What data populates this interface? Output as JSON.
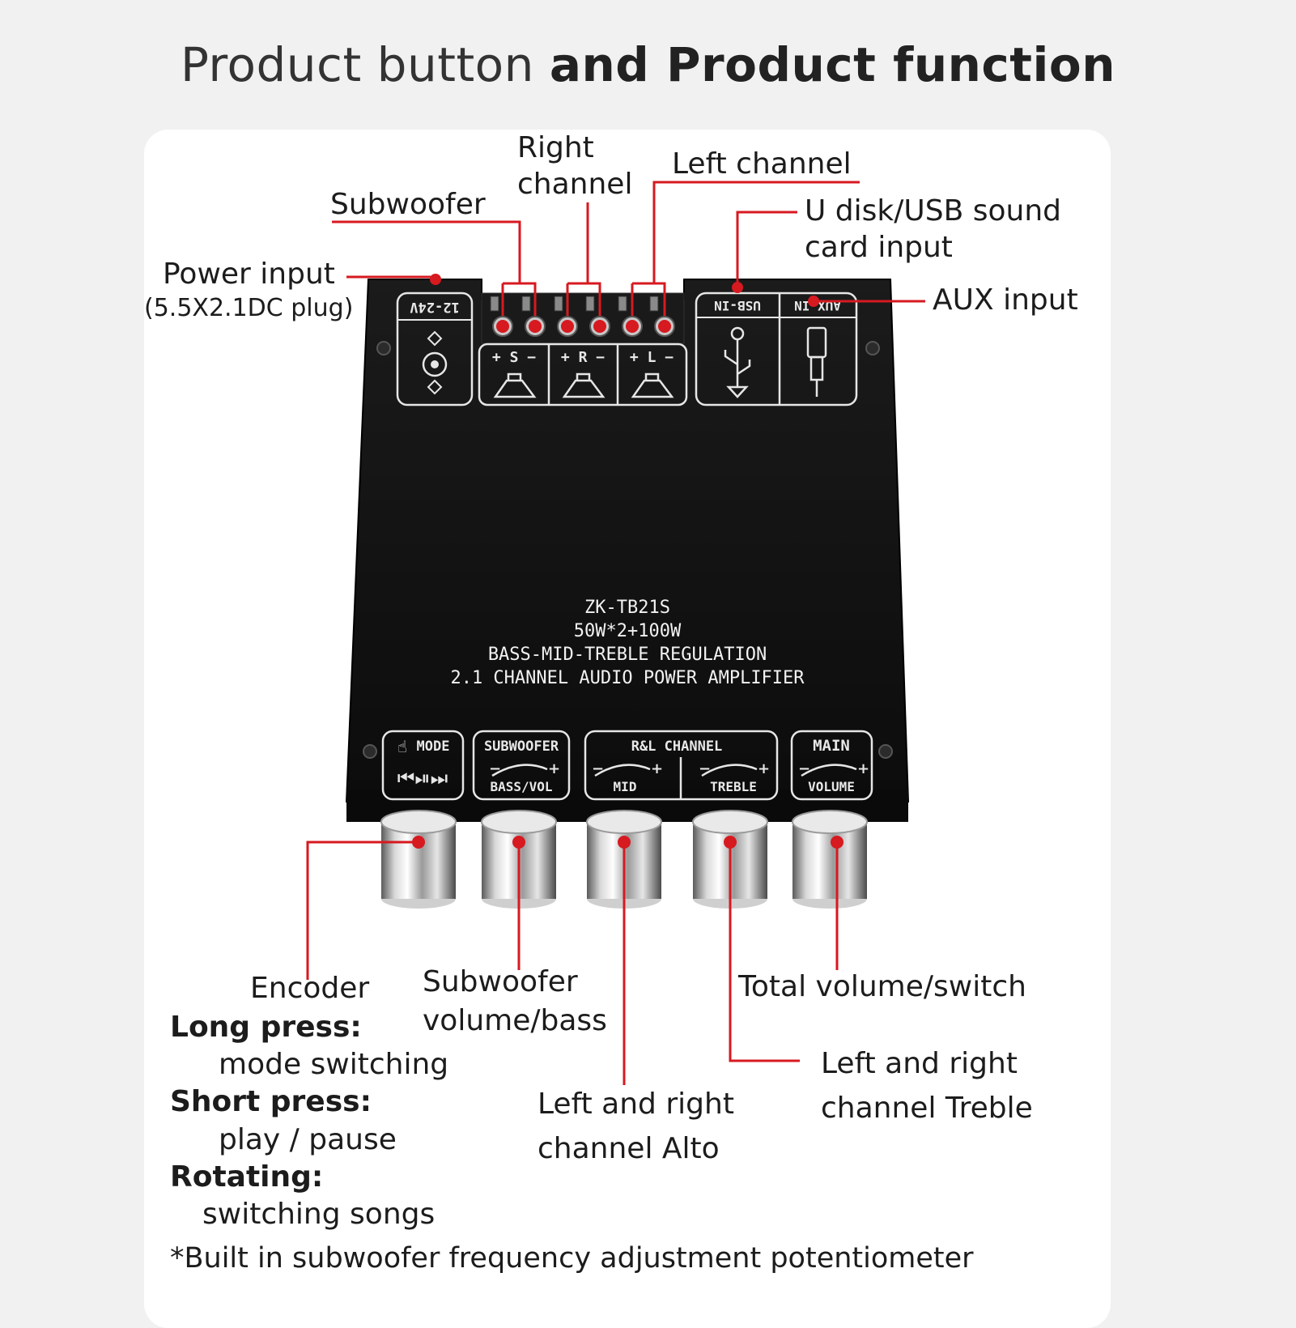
{
  "title": {
    "part1": "Product button ",
    "part2": "and Product function"
  },
  "callouts": {
    "power_input": "Power input",
    "power_plug": "(5.5X2.1DC plug)",
    "subwoofer": "Subwoofer",
    "right_channel_1": "Right",
    "right_channel_2": "channel",
    "left_channel": "Left channel",
    "usb_1": "U disk/USB sound",
    "usb_2": "card input",
    "aux_input": "AUX input"
  },
  "board": {
    "model": "ZK-TB21S",
    "power": "50W*2+100W",
    "regulation": "BASS-MID-TREBLE REGULATION",
    "description": "2.1 CHANNEL AUDIO POWER AMPLIFIER",
    "power_port": "12-24V",
    "usb_port": "USB-IN",
    "aux_port": "AUX-IN",
    "spk_s": "+ S −",
    "spk_r": "+ R −",
    "spk_l": "+ L −",
    "knob_mode": "MODE",
    "knob_subwoofer": "SUBWOOFER",
    "knob_bass_vol": "BASS/VOL",
    "knob_rl": "R&L CHANNEL",
    "knob_mid": "MID",
    "knob_treble": "TREBLE",
    "knob_main": "MAIN",
    "knob_volume": "VOLUME",
    "minus": "−",
    "plus": "+"
  },
  "bottom": {
    "encoder": "Encoder",
    "long_press": "Long press:",
    "long_press_desc": "mode switching",
    "short_press": "Short press:",
    "short_press_desc": "play / pause",
    "rotating": "Rotating:",
    "rotating_desc": "switching songs",
    "subwoofer_1": "Subwoofer",
    "subwoofer_2": "volume/bass",
    "alto_1": "Left and right",
    "alto_2": "channel Alto",
    "total_volume": "Total volume/switch",
    "treble_1": "Left and right",
    "treble_2": "channel Treble",
    "footnote": "*Built in subwoofer frequency adjustment potentiometer"
  },
  "colors": {
    "callout_red": "#d71920",
    "board_black": "#141414",
    "background": "#f1f1f1"
  }
}
